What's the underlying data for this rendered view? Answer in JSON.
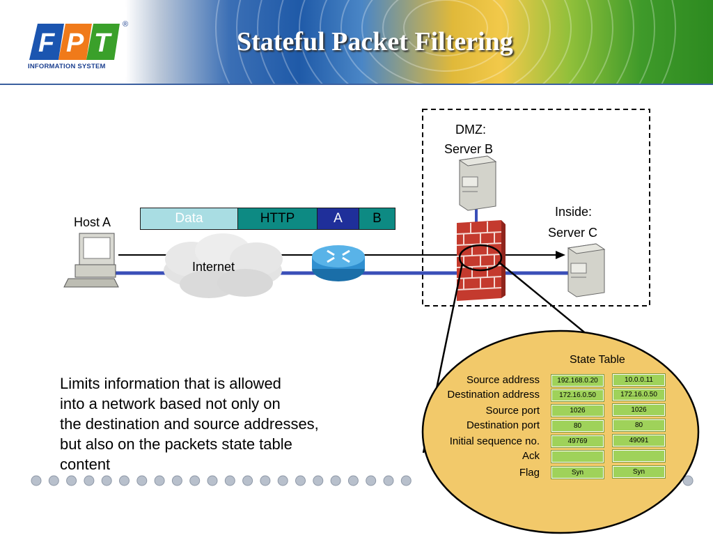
{
  "slide": {
    "title": "Stateful Packet Filtering",
    "logo": {
      "mark": "FPT",
      "registered": "®",
      "subtitle": "INFORMATION SYSTEM"
    }
  },
  "network": {
    "host_a": "Host A",
    "internet": "Internet",
    "dmz_label_1": "DMZ:",
    "dmz_label_2": "Server B",
    "inside_label_1": "Inside:",
    "inside_label_2": "Server C"
  },
  "packet": {
    "data": "Data",
    "http": "HTTP",
    "a": "A",
    "b": "B"
  },
  "description": [
    "Limits information that is allowed",
    "into a network based not only on",
    "the destination and source addresses,",
    "but also on the packets state table",
    "content"
  ],
  "state_table": {
    "title": "State Table",
    "rows": [
      {
        "label": "Source address",
        "col1": "192.168.0.20",
        "col2": "10.0.0.11"
      },
      {
        "label": "Destination address",
        "col1": "172.16.0.50",
        "col2": "172.16.0.50"
      },
      {
        "label": "Source port",
        "col1": "1026",
        "col2": "1026"
      },
      {
        "label": "Destination port",
        "col1": "80",
        "col2": "80"
      },
      {
        "label": "Initial sequence no.",
        "col1": "49769",
        "col2": "49091"
      },
      {
        "label": "Ack",
        "col1": "",
        "col2": ""
      },
      {
        "label": "Flag",
        "col1": "Syn",
        "col2": "Syn"
      }
    ]
  },
  "colors": {
    "data_box": "#a9dde3",
    "http_box": "#0d8a83",
    "a_box": "#1f2f9a",
    "b_box": "#0d8a83",
    "link_line": "#3a4fb8",
    "state_bubble": "#f2c96a",
    "cell": "#9fd25a"
  }
}
